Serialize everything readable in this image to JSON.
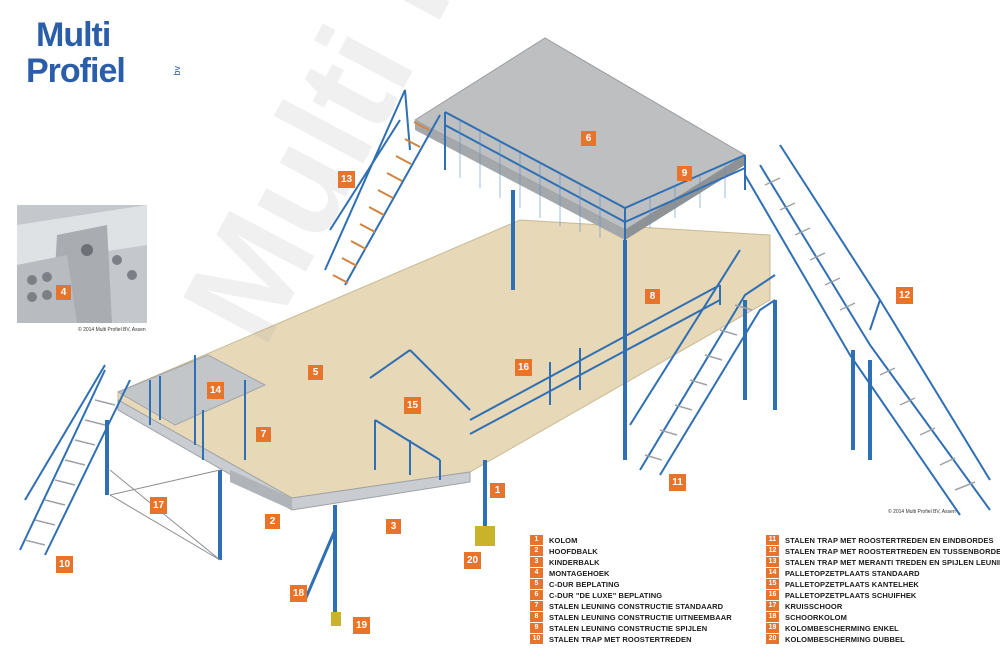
{
  "logo": {
    "line1": "Multi",
    "line2": "Profiel",
    "suffix": "bv"
  },
  "watermark": "Multi Profiel",
  "inset_copyright": "© 2014 Multi Profiel BV, Assen",
  "main_copyright": "© 2014 Multi Profiel BV, Assen",
  "colors": {
    "tag": "#e8732a",
    "steel": "#2f6fb3",
    "deck": "#e7d8b8",
    "grating": "#b6b9bc"
  },
  "callouts": [
    "1",
    "2",
    "3",
    "4",
    "5",
    "6",
    "7",
    "8",
    "9",
    "10",
    "11",
    "12",
    "13",
    "14",
    "15",
    "16",
    "17",
    "18",
    "19",
    "20"
  ],
  "legend_left": [
    {
      "num": "1",
      "text": "KOLOM"
    },
    {
      "num": "2",
      "text": "HOOFDBALK"
    },
    {
      "num": "3",
      "text": "KINDERBALK"
    },
    {
      "num": "4",
      "text": "MONTAGEHOEK"
    },
    {
      "num": "5",
      "text": "C-DUR BEPLATING"
    },
    {
      "num": "6",
      "text": "C-DUR \"DE LUXE\" BEPLATING"
    },
    {
      "num": "7",
      "text": "STALEN LEUNING CONSTRUCTIE STANDAARD"
    },
    {
      "num": "8",
      "text": "STALEN LEUNING CONSTRUCTIE UITNEEMBAAR"
    },
    {
      "num": "9",
      "text": "STALEN LEUNING CONSTRUCTIE SPIJLEN"
    },
    {
      "num": "10",
      "text": "STALEN TRAP MET ROOSTERTREDEN"
    }
  ],
  "legend_right": [
    {
      "num": "11",
      "text": "STALEN TRAP MET ROOSTERTREDEN EN EINDBORDES"
    },
    {
      "num": "12",
      "text": "STALEN TRAP MET ROOSTERTREDEN EN TUSSENBORDES"
    },
    {
      "num": "13",
      "text": "STALEN TRAP MET MERANTI TREDEN EN SPIJLEN LEUNING"
    },
    {
      "num": "14",
      "text": "PALLETOPZETPLAATS STANDAARD"
    },
    {
      "num": "15",
      "text": "PALLETOPZETPLAATS KANTELHEK"
    },
    {
      "num": "16",
      "text": "PALLETOPZETPLAATS SCHUIFHEK"
    },
    {
      "num": "17",
      "text": "KRUISSCHOOR"
    },
    {
      "num": "18",
      "text": "SCHOORKOLOM"
    },
    {
      "num": "19",
      "text": "KOLOMBESCHERMING ENKEL"
    },
    {
      "num": "20",
      "text": "KOLOMBESCHERMING DUBBEL"
    }
  ]
}
